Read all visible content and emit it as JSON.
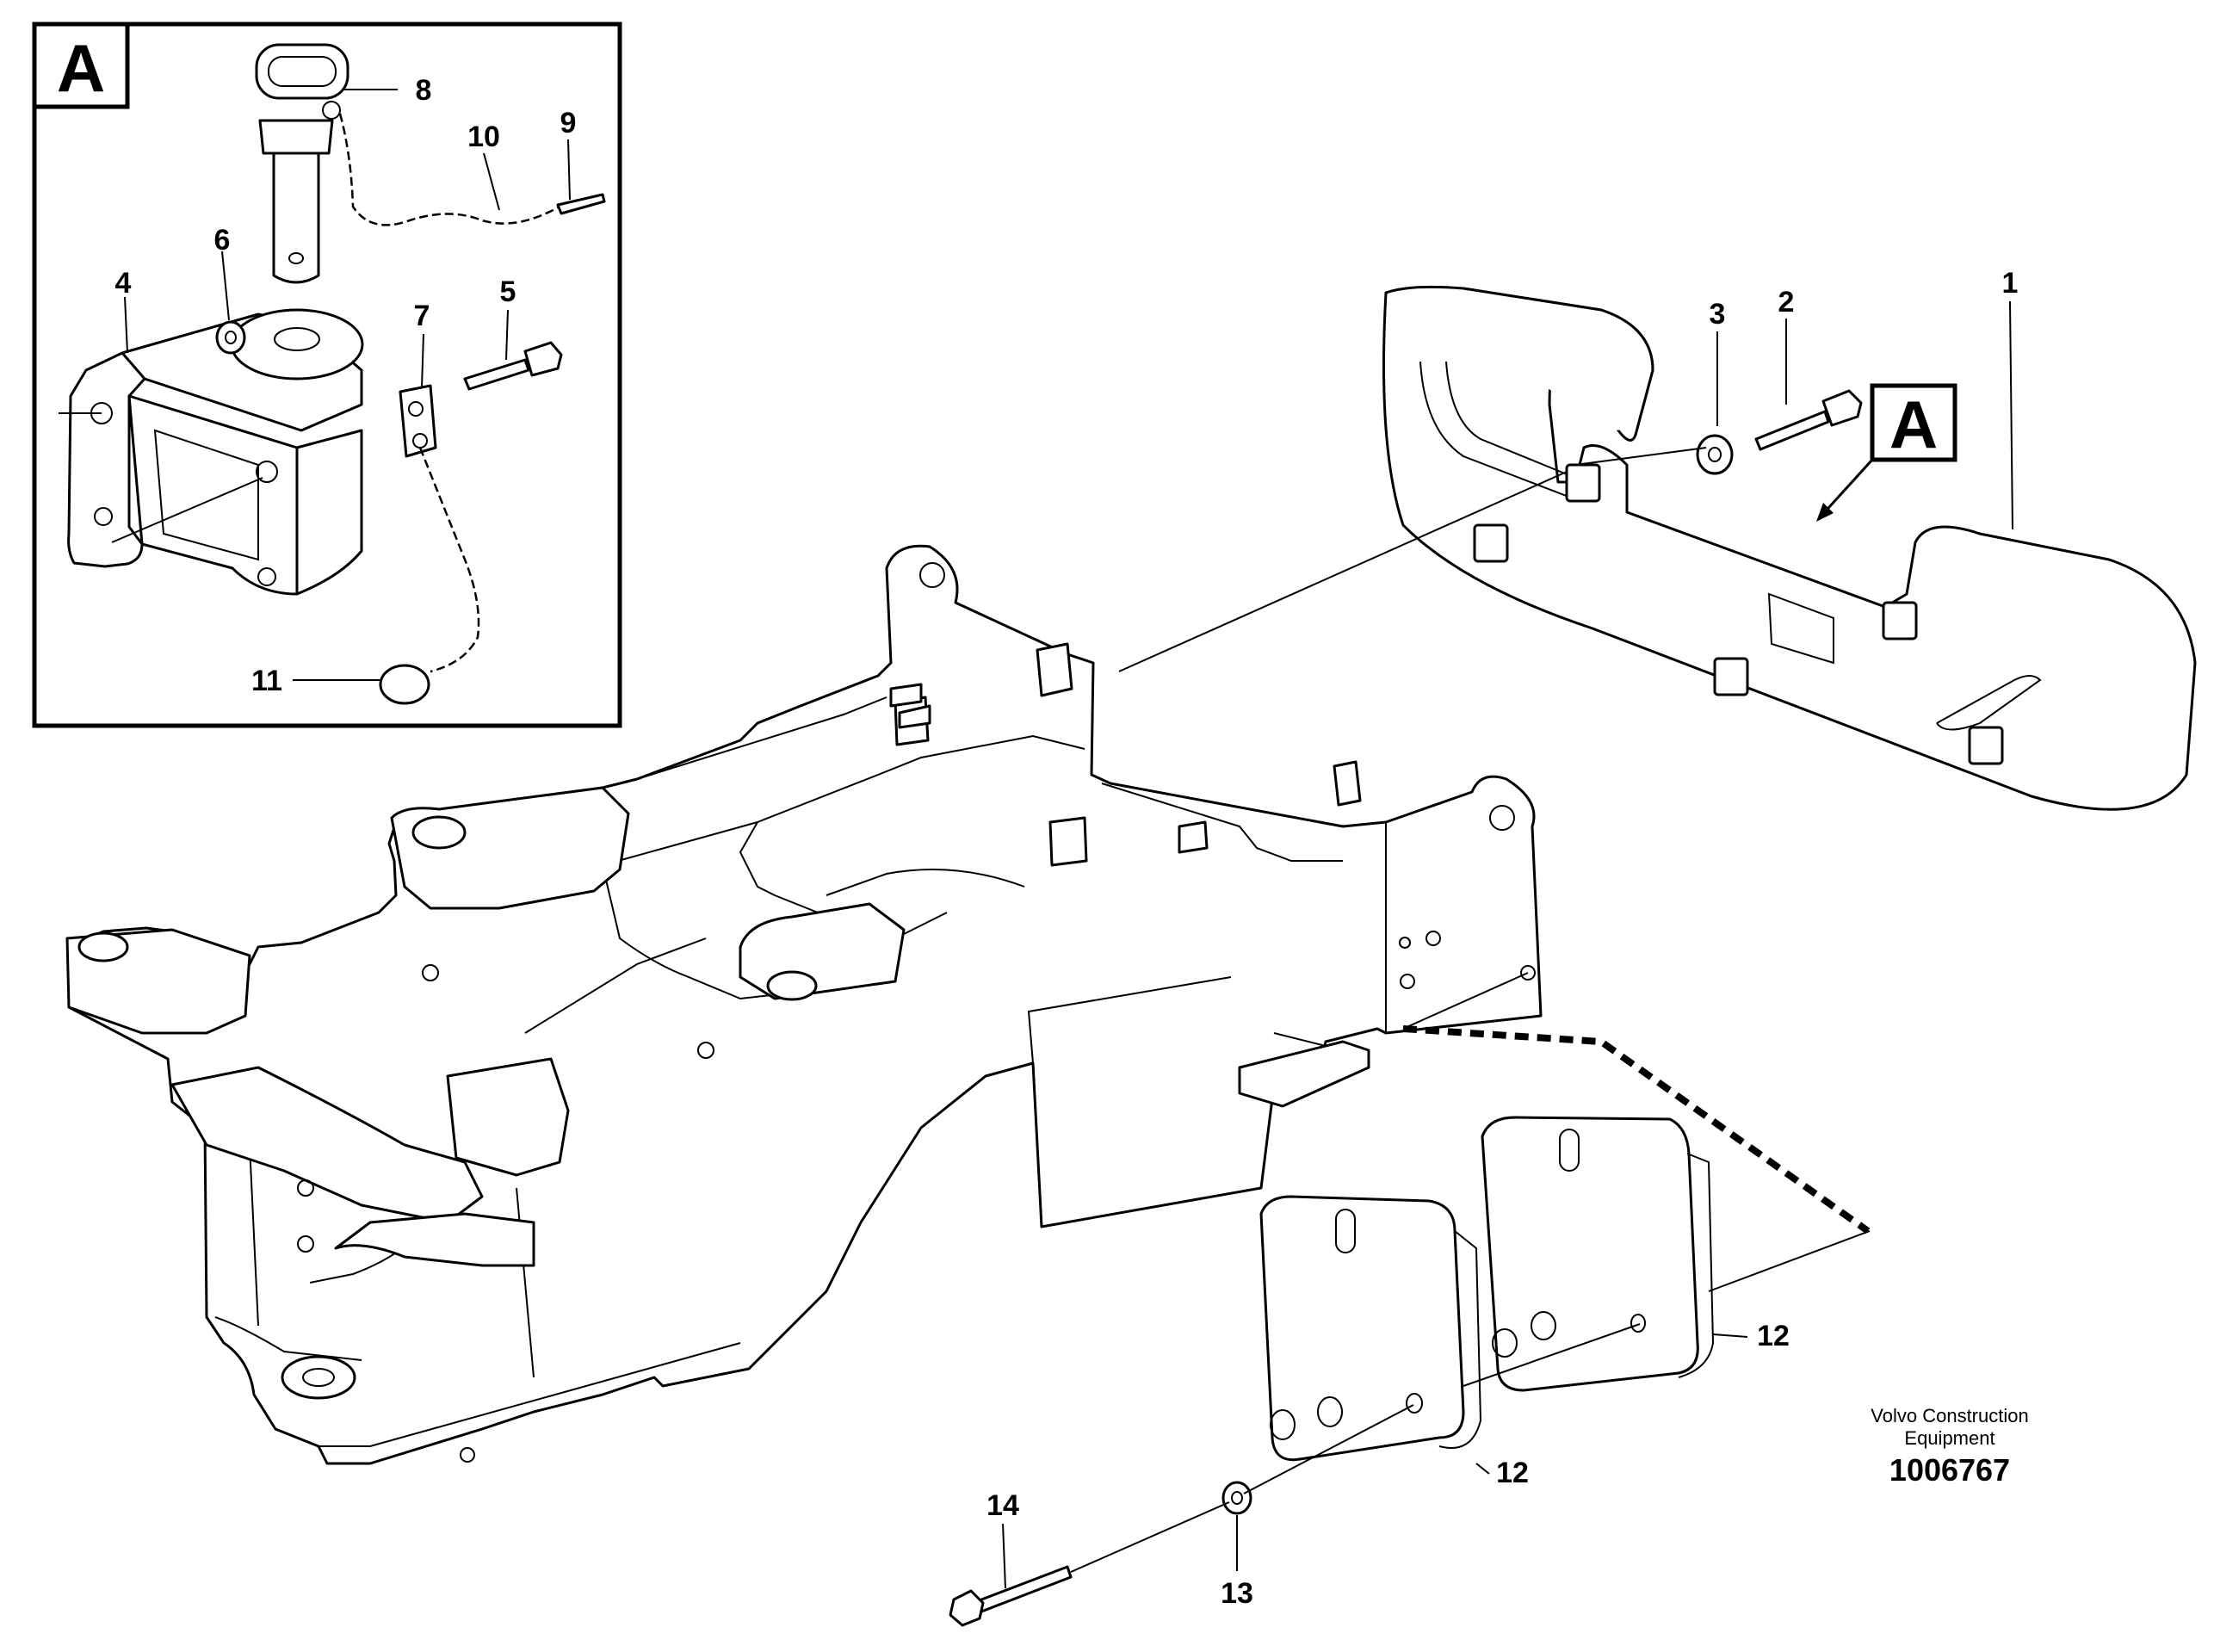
{
  "detail_box": {
    "label": "A"
  },
  "callout_box": {
    "label": "A"
  },
  "callouts": [
    "1",
    "2",
    "3",
    "4",
    "5",
    "6",
    "7",
    "8",
    "9",
    "10",
    "11",
    "12",
    "12",
    "13",
    "14"
  ],
  "footer": {
    "manufacturer_line1": "Volvo Construction",
    "manufacturer_line2": "Equipment",
    "part_number": "1006767"
  }
}
